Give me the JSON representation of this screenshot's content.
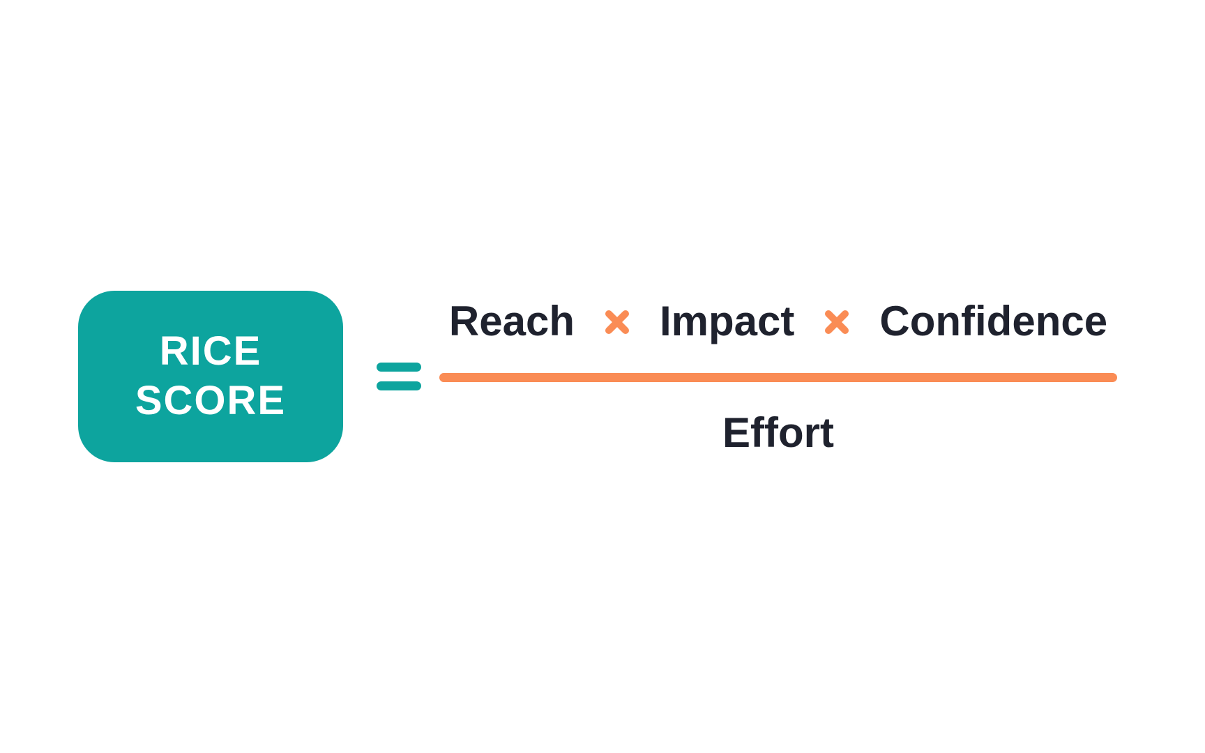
{
  "colors": {
    "teal": "#0DA49E",
    "orange": "#FA8C55",
    "text_dark": "#1F222E",
    "badge_text": "#FFFFFF",
    "background": "#FFFFFF"
  },
  "badge": {
    "line1": "RICE",
    "line2": "SCORE"
  },
  "equation": {
    "equals": "=",
    "numerator": {
      "terms": [
        "Reach",
        "Impact",
        "Confidence"
      ],
      "operator": "×"
    },
    "denominator": "Effort"
  }
}
